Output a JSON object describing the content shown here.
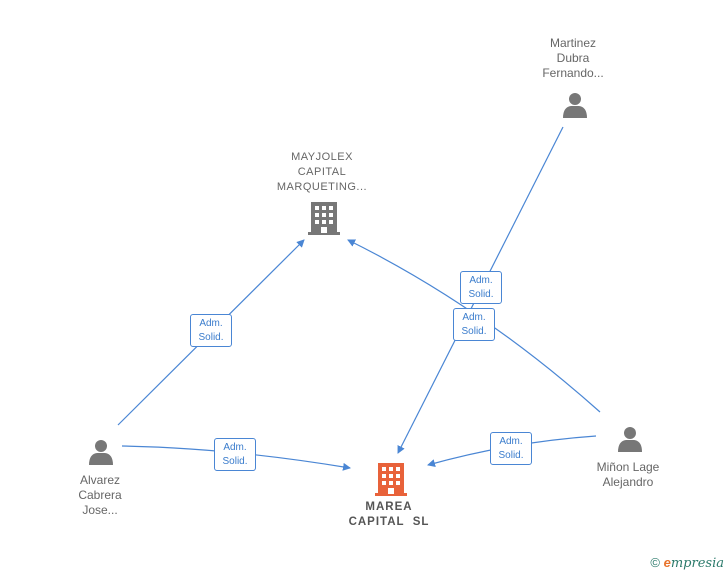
{
  "nodes": {
    "martinez": {
      "lines": [
        "Martinez",
        "Dubra",
        "Fernando..."
      ]
    },
    "mayjolex": {
      "lines": [
        "MAYJOLEX",
        "CAPITAL",
        "MARQUETING..."
      ]
    },
    "alvarez": {
      "lines": [
        "Alvarez",
        "Cabrera",
        "Jose..."
      ]
    },
    "minon": {
      "lines": [
        "Miñon Lage",
        "Alejandro"
      ]
    },
    "marea": {
      "lines": [
        "MAREA",
        "CAPITAL  SL"
      ]
    }
  },
  "edges": [
    {
      "id": "alvarez-mayjolex",
      "role_l1": "Adm.",
      "role_l2": "Solid."
    },
    {
      "id": "alvarez-marea",
      "role_l1": "Adm.",
      "role_l2": "Solid."
    },
    {
      "id": "martinez-marea",
      "role_l1": "Adm.",
      "role_l2": "Solid."
    },
    {
      "id": "minon-mayjolex",
      "role_l1": "Adm.",
      "role_l2": "Solid."
    },
    {
      "id": "minon-marea",
      "role_l1": "Adm.",
      "role_l2": "Solid."
    }
  ],
  "colors": {
    "edge": "#4a86d4",
    "person": "#777777",
    "company": "#777777",
    "main_company": "#e8623a"
  },
  "footer": {
    "copyright": "©",
    "brand_e": "e",
    "brand_rest": "mpresia"
  }
}
